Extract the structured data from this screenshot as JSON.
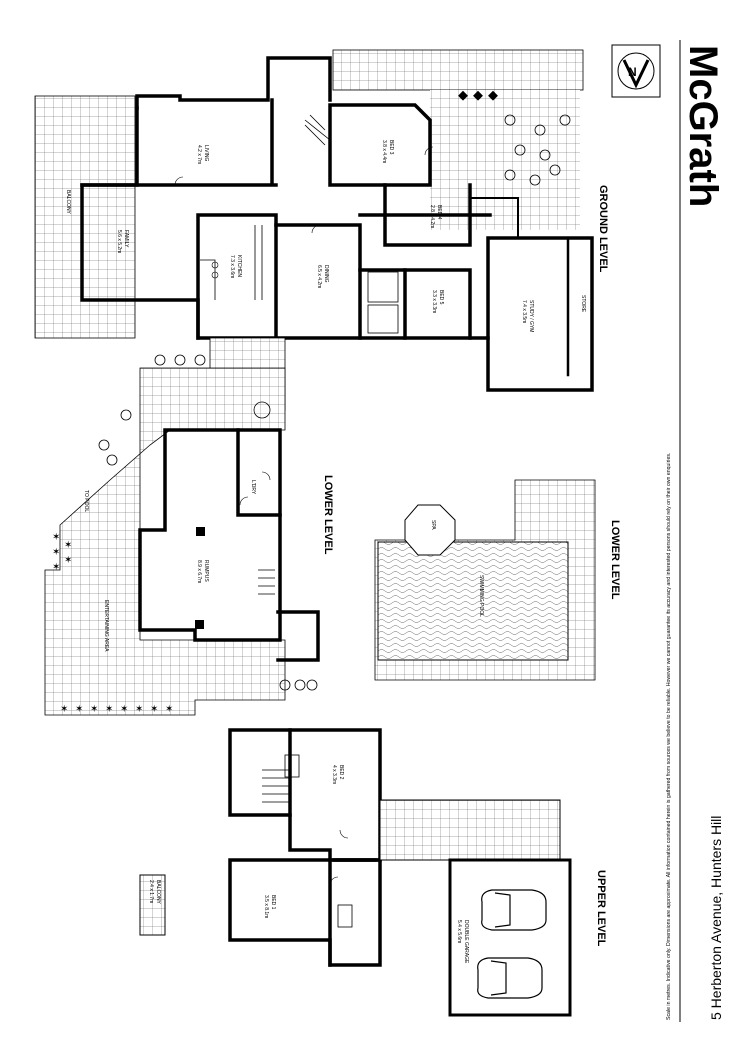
{
  "brand": {
    "name": "McGrath"
  },
  "address": "5 Herberton Avenue, Hunters Hill",
  "disclaimer": "Scale in metres. Indicative only. Dimensions are approximate. All information contained herein is gathered from sources we believe to be reliable. However we cannot guarantee its accuracy and interested persons should rely on their own enquiries.",
  "levels": {
    "ground": "GROUND LEVEL",
    "lower_main": "LOWER LEVEL",
    "lower_pool": "LOWER LEVEL",
    "upper": "UPPER LEVEL"
  },
  "rooms": {
    "living": {
      "name": "LIVING",
      "dim": "4.2 x 7m"
    },
    "family": {
      "name": "FAMILY",
      "dim": "5.6 x 5.2m"
    },
    "balcony_ground": {
      "name": "BALCONY",
      "dim": ""
    },
    "kitchen": {
      "name": "KITCHEN",
      "dim": "7.3 x 3.6m"
    },
    "dining": {
      "name": "DINING",
      "dim": "6.5 x 4.2m"
    },
    "bed3": {
      "name": "BED 3",
      "dim": "3.8 x 4.4m"
    },
    "bed4": {
      "name": "BED 4",
      "dim": "2.8 x 4.2m"
    },
    "bed5": {
      "name": "BED 5",
      "dim": "3.3 x 3.3m"
    },
    "study": {
      "name": "STUDY / GYM",
      "dim": "7.4 x 3.5m"
    },
    "store": {
      "name": "STORE",
      "dim": ""
    },
    "rumpus": {
      "name": "RUMPUS",
      "dim": "8.9 x 6.7m"
    },
    "laundry": {
      "name": "L'DRY",
      "dim": ""
    },
    "entertaining": {
      "name": "ENTERTAINING AREA",
      "dim": ""
    },
    "to_pool": {
      "name": "TO POOL",
      "dim": ""
    },
    "pool": {
      "name": "SWIMMING POOL",
      "dim": ""
    },
    "spa": {
      "name": "SPA",
      "dim": ""
    },
    "bed2": {
      "name": "BED 2",
      "dim": "4 x 3.3m"
    },
    "bed1": {
      "name": "BED 1",
      "dim": "3.5 x 8.1m"
    },
    "balcony_upper": {
      "name": "BALCONY",
      "dim": "2.4 x 1.7m"
    },
    "garage": {
      "name": "DOUBLE GARAGE",
      "dim": "5.4 x 5.6m"
    }
  },
  "colors": {
    "line": "#000000",
    "paper": "#ffffff"
  },
  "icons": {
    "north": "north-arrow-icon",
    "car": "car-icon"
  }
}
